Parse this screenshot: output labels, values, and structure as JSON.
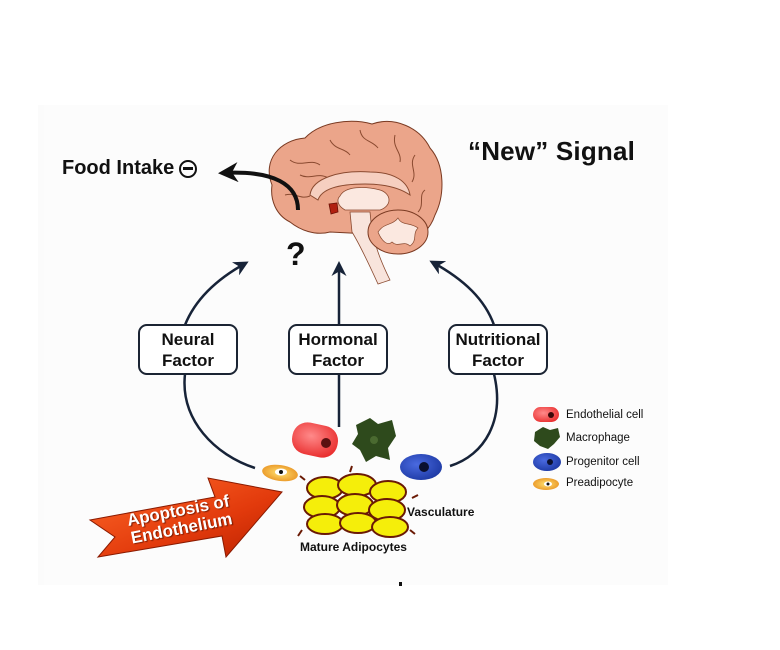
{
  "diagram": {
    "title": "“New” Signal",
    "output": {
      "label": "Food Intake",
      "effect_icon": "minus-circle-icon",
      "effect": "inhibition"
    },
    "unknown_marker": "?",
    "target_organ": "brain",
    "factors": [
      {
        "id": "neural",
        "line1": "Neural",
        "line2": "Factor"
      },
      {
        "id": "hormonal",
        "line1": "Hormonal",
        "line2": "Factor"
      },
      {
        "id": "nutritional",
        "line1": "Nutritional",
        "line2": "Factor"
      }
    ],
    "tissue_labels": {
      "vasculature": "Vasculature",
      "mature_adipocytes": "Mature Adipocytes"
    },
    "stimulus_arrow": {
      "line1": "Apoptosis of",
      "line2": "Endothelium",
      "color": "#e8360e"
    },
    "legend": [
      {
        "label": "Endothelial cell",
        "color": "#ee3b3b"
      },
      {
        "label": "Macrophage",
        "color": "#2e4a1c"
      },
      {
        "label": "Progenitor cell",
        "color": "#2647b5"
      },
      {
        "label": "Preadipocyte",
        "color": "#f0a020"
      }
    ],
    "colors": {
      "brain": "#eba58a",
      "arrows": "#172338",
      "adipocyte": "#f5ee0a",
      "vasculature": "#6a1a05"
    }
  }
}
